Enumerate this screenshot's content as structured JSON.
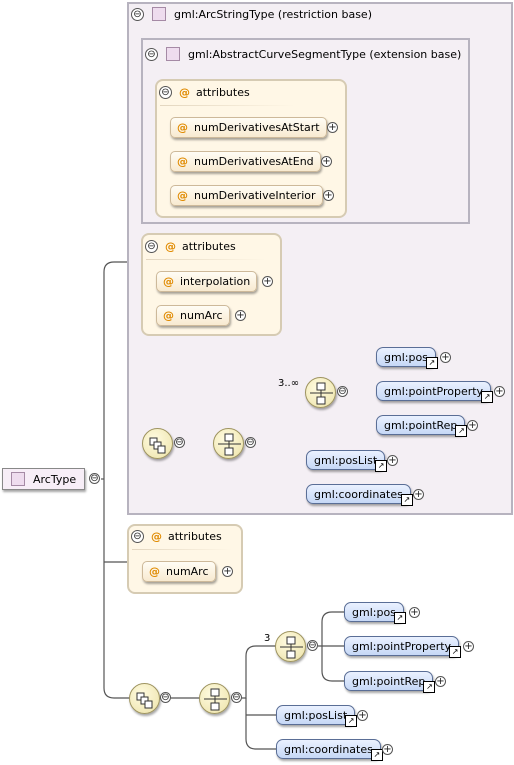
{
  "root": {
    "label": "ArcType"
  },
  "restriction": {
    "title": "gml:ArcStringType (restriction base)",
    "extension": {
      "title": "gml:AbstractCurveSegmentType (extension base)",
      "attributes": {
        "label": "attributes",
        "items": [
          "numDerivativesAtStart",
          "numDerivativesAtEnd",
          "numDerivativeInterior"
        ]
      }
    },
    "attributes": {
      "label": "attributes",
      "items": [
        "interpolation",
        "numArc"
      ]
    },
    "sequence": {
      "multiplicity": "3..∞",
      "choice": [
        "gml:pos",
        "gml:pointProperty",
        "gml:pointRep"
      ],
      "others": [
        "gml:posList",
        "gml:coordinates"
      ]
    }
  },
  "attributes": {
    "label": "attributes",
    "items": [
      "numArc"
    ]
  },
  "sequence": {
    "multiplicity": "3",
    "choice": [
      "gml:pos",
      "gml:pointProperty",
      "gml:pointRep"
    ],
    "others": [
      "gml:posList",
      "gml:coordinates"
    ]
  },
  "glyphs": {
    "collapse": "⊖",
    "expand": "+",
    "attr": "@",
    "ref": "↗"
  },
  "colors": {
    "panel": "#f4eff4",
    "attribute": "#fff7e6",
    "element": "#c6d8f6",
    "compositor": "#ece2a8"
  }
}
